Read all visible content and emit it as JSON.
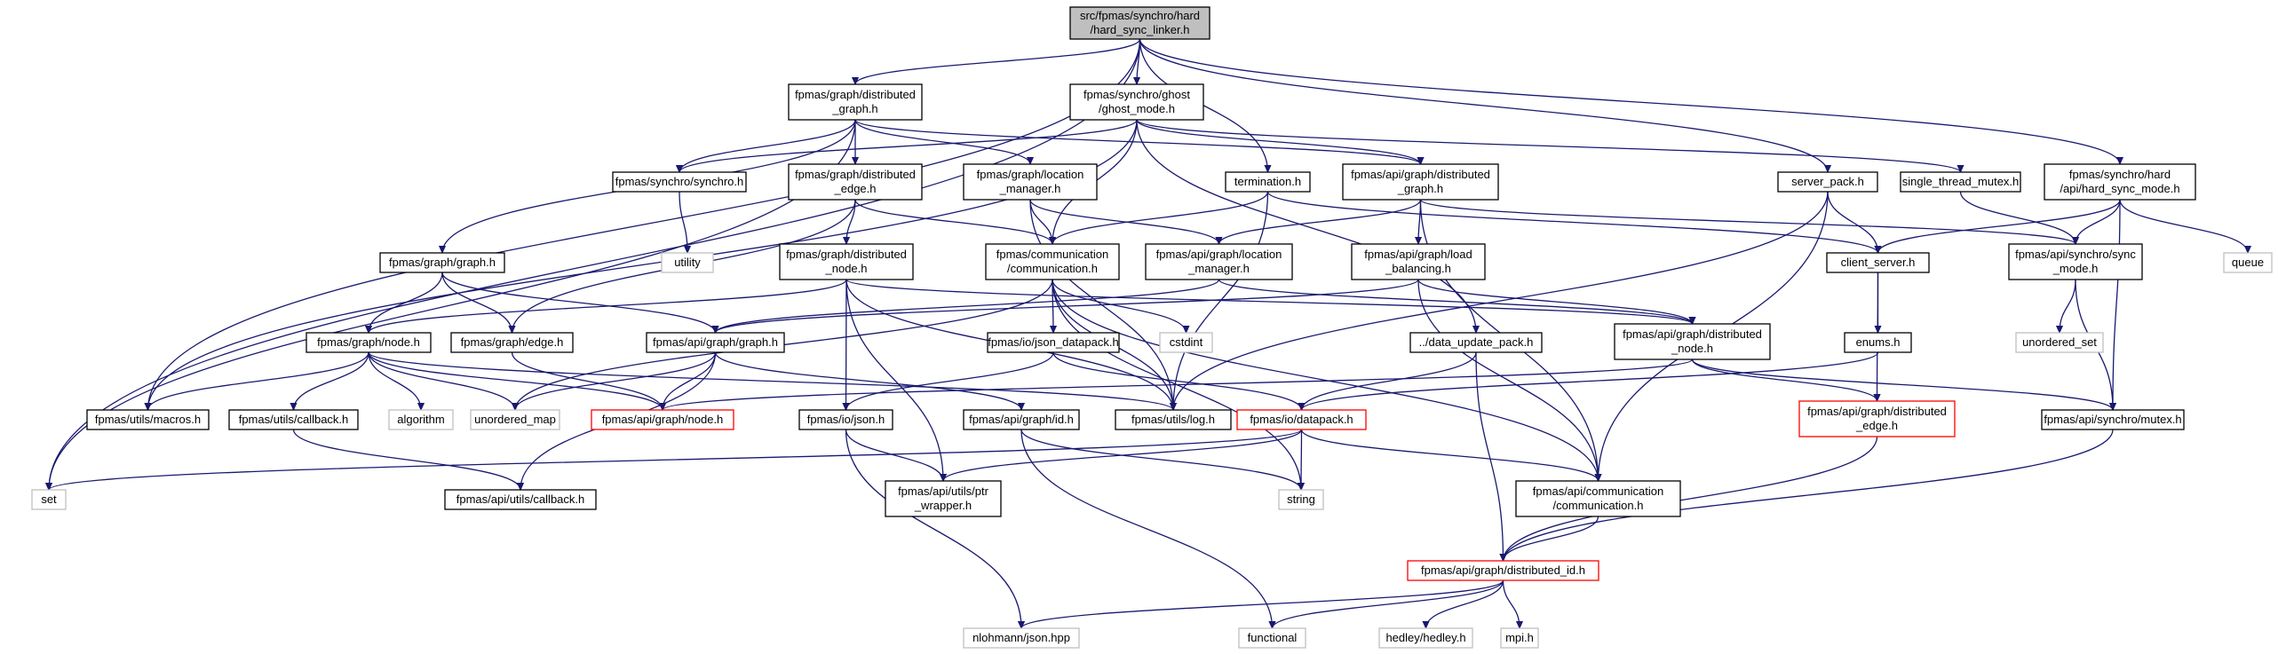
{
  "graph": {
    "nodes": [
      {
        "id": "root",
        "lines": [
          "src/fpmas/synchro/hard",
          "/hard_sync_linker.h"
        ],
        "style": "root"
      },
      {
        "id": "dgraph",
        "lines": [
          "fpmas/graph/distributed",
          "_graph.h"
        ],
        "style": "normal"
      },
      {
        "id": "ghost",
        "lines": [
          "fpmas/synchro/ghost",
          "/ghost_mode.h"
        ],
        "style": "normal"
      },
      {
        "id": "termination",
        "lines": [
          "termination.h"
        ],
        "style": "normal"
      },
      {
        "id": "api_dgraph",
        "lines": [
          "fpmas/api/graph/distributed",
          "_graph.h"
        ],
        "style": "normal"
      },
      {
        "id": "server_pack",
        "lines": [
          "server_pack.h"
        ],
        "style": "normal"
      },
      {
        "id": "stm",
        "lines": [
          "single_thread_mutex.h"
        ],
        "style": "normal"
      },
      {
        "id": "hsm",
        "lines": [
          "fpmas/synchro/hard",
          "/api/hard_sync_mode.h"
        ],
        "style": "normal"
      },
      {
        "id": "synchro",
        "lines": [
          "fpmas/synchro/synchro.h"
        ],
        "style": "normal"
      },
      {
        "id": "dedge",
        "lines": [
          "fpmas/graph/distributed",
          "_edge.h"
        ],
        "style": "normal"
      },
      {
        "id": "locmgr",
        "lines": [
          "fpmas/graph/location",
          "_manager.h"
        ],
        "style": "normal"
      },
      {
        "id": "utility",
        "lines": [
          "utility"
        ],
        "style": "ext"
      },
      {
        "id": "graph",
        "lines": [
          "fpmas/graph/graph.h"
        ],
        "style": "normal"
      },
      {
        "id": "dnode",
        "lines": [
          "fpmas/graph/distributed",
          "_node.h"
        ],
        "style": "normal"
      },
      {
        "id": "comm",
        "lines": [
          "fpmas/communication",
          "/communication.h"
        ],
        "style": "normal"
      },
      {
        "id": "api_locmgr",
        "lines": [
          "fpmas/api/graph/location",
          "_manager.h"
        ],
        "style": "normal"
      },
      {
        "id": "loadbal",
        "lines": [
          "fpmas/api/graph/load",
          "_balancing.h"
        ],
        "style": "normal"
      },
      {
        "id": "client_server",
        "lines": [
          "client_server.h"
        ],
        "style": "normal"
      },
      {
        "id": "syncmode",
        "lines": [
          "fpmas/api/synchro/sync",
          "_mode.h"
        ],
        "style": "normal"
      },
      {
        "id": "queue",
        "lines": [
          "queue"
        ],
        "style": "ext"
      },
      {
        "id": "node",
        "lines": [
          "fpmas/graph/node.h"
        ],
        "style": "normal"
      },
      {
        "id": "edge",
        "lines": [
          "fpmas/graph/edge.h"
        ],
        "style": "normal"
      },
      {
        "id": "api_graph",
        "lines": [
          "fpmas/api/graph/graph.h"
        ],
        "style": "normal"
      },
      {
        "id": "json_dp",
        "lines": [
          "fpmas/io/json_datapack.h"
        ],
        "style": "normal"
      },
      {
        "id": "cstdint",
        "lines": [
          "cstdint"
        ],
        "style": "ext"
      },
      {
        "id": "dup",
        "lines": [
          "../data_update_pack.h"
        ],
        "style": "normal"
      },
      {
        "id": "api_dnode",
        "lines": [
          "fpmas/api/graph/distributed",
          "_node.h"
        ],
        "style": "normal"
      },
      {
        "id": "enums",
        "lines": [
          "enums.h"
        ],
        "style": "normal"
      },
      {
        "id": "unordered_set",
        "lines": [
          "unordered_set"
        ],
        "style": "ext"
      },
      {
        "id": "macros",
        "lines": [
          "fpmas/utils/macros.h"
        ],
        "style": "normal"
      },
      {
        "id": "callback",
        "lines": [
          "fpmas/utils/callback.h"
        ],
        "style": "normal"
      },
      {
        "id": "algorithm",
        "lines": [
          "algorithm"
        ],
        "style": "ext"
      },
      {
        "id": "unordered_map",
        "lines": [
          "unordered_map"
        ],
        "style": "ext"
      },
      {
        "id": "api_node",
        "lines": [
          "fpmas/api/graph/node.h"
        ],
        "style": "trunc"
      },
      {
        "id": "json",
        "lines": [
          "fpmas/io/json.h"
        ],
        "style": "normal"
      },
      {
        "id": "id",
        "lines": [
          "fpmas/api/graph/id.h"
        ],
        "style": "normal"
      },
      {
        "id": "log",
        "lines": [
          "fpmas/utils/log.h"
        ],
        "style": "normal"
      },
      {
        "id": "datapack",
        "lines": [
          "fpmas/io/datapack.h"
        ],
        "style": "trunc"
      },
      {
        "id": "api_dedge",
        "lines": [
          "fpmas/api/graph/distributed",
          "_edge.h"
        ],
        "style": "trunc"
      },
      {
        "id": "mutex",
        "lines": [
          "fpmas/api/synchro/mutex.h"
        ],
        "style": "normal"
      },
      {
        "id": "set",
        "lines": [
          "set"
        ],
        "style": "ext"
      },
      {
        "id": "api_callback",
        "lines": [
          "fpmas/api/utils/callback.h"
        ],
        "style": "normal"
      },
      {
        "id": "ptr_wrapper",
        "lines": [
          "fpmas/api/utils/ptr",
          "_wrapper.h"
        ],
        "style": "normal"
      },
      {
        "id": "string",
        "lines": [
          "string"
        ],
        "style": "ext"
      },
      {
        "id": "api_comm",
        "lines": [
          "fpmas/api/communication",
          "/communication.h"
        ],
        "style": "normal"
      },
      {
        "id": "did",
        "lines": [
          "fpmas/api/graph/distributed_id.h"
        ],
        "style": "trunc"
      },
      {
        "id": "nlohmann",
        "lines": [
          "nlohmann/json.hpp"
        ],
        "style": "ext"
      },
      {
        "id": "functional",
        "lines": [
          "functional"
        ],
        "style": "ext"
      },
      {
        "id": "hedley",
        "lines": [
          "hedley/hedley.h"
        ],
        "style": "ext"
      },
      {
        "id": "mpi",
        "lines": [
          "mpi.h"
        ],
        "style": "ext"
      }
    ],
    "edges": [
      [
        "root",
        "set"
      ],
      [
        "root",
        "macros"
      ],
      [
        "root",
        "dgraph"
      ],
      [
        "root",
        "ghost"
      ],
      [
        "root",
        "termination"
      ],
      [
        "root",
        "server_pack"
      ],
      [
        "root",
        "hsm"
      ],
      [
        "dgraph",
        "synchro"
      ],
      [
        "dgraph",
        "dedge"
      ],
      [
        "dgraph",
        "locmgr"
      ],
      [
        "dgraph",
        "graph"
      ],
      [
        "dgraph",
        "api_dgraph"
      ],
      [
        "dgraph",
        "set"
      ],
      [
        "ghost",
        "synchro"
      ],
      [
        "ghost",
        "api_dgraph"
      ],
      [
        "ghost",
        "comm"
      ],
      [
        "ghost",
        "stm"
      ],
      [
        "ghost",
        "dup"
      ],
      [
        "ghost",
        "macros"
      ],
      [
        "termination",
        "comm"
      ],
      [
        "termination",
        "client_server"
      ],
      [
        "termination",
        "log"
      ],
      [
        "api_dgraph",
        "api_locmgr"
      ],
      [
        "api_dgraph",
        "loadbal"
      ],
      [
        "api_dgraph",
        "syncmode"
      ],
      [
        "api_dgraph",
        "api_comm"
      ],
      [
        "server_pack",
        "client_server"
      ],
      [
        "server_pack",
        "log"
      ],
      [
        "server_pack",
        "api_comm"
      ],
      [
        "stm",
        "syncmode"
      ],
      [
        "hsm",
        "client_server"
      ],
      [
        "hsm",
        "syncmode"
      ],
      [
        "hsm",
        "mutex"
      ],
      [
        "hsm",
        "queue"
      ],
      [
        "synchro",
        "utility"
      ],
      [
        "dedge",
        "dnode"
      ],
      [
        "dedge",
        "comm"
      ],
      [
        "dedge",
        "edge"
      ],
      [
        "locmgr",
        "comm"
      ],
      [
        "locmgr",
        "api_locmgr"
      ],
      [
        "locmgr",
        "log"
      ],
      [
        "graph",
        "node"
      ],
      [
        "graph",
        "edge"
      ],
      [
        "graph",
        "api_graph"
      ],
      [
        "dnode",
        "node"
      ],
      [
        "dnode",
        "api_dnode"
      ],
      [
        "dnode",
        "json"
      ],
      [
        "dnode",
        "ptr_wrapper"
      ],
      [
        "dnode",
        "log"
      ],
      [
        "comm",
        "api_comm"
      ],
      [
        "comm",
        "json_dp"
      ],
      [
        "comm",
        "cstdint"
      ],
      [
        "comm",
        "log"
      ],
      [
        "comm",
        "string"
      ],
      [
        "comm",
        "unordered_map"
      ],
      [
        "api_locmgr",
        "api_dnode"
      ],
      [
        "api_locmgr",
        "api_graph"
      ],
      [
        "loadbal",
        "api_graph"
      ],
      [
        "loadbal",
        "api_dnode"
      ],
      [
        "loadbal",
        "api_comm"
      ],
      [
        "client_server",
        "enums"
      ],
      [
        "client_server",
        "api_dedge"
      ],
      [
        "syncmode",
        "unordered_set"
      ],
      [
        "syncmode",
        "mutex"
      ],
      [
        "node",
        "macros"
      ],
      [
        "node",
        "callback"
      ],
      [
        "node",
        "algorithm"
      ],
      [
        "node",
        "unordered_map"
      ],
      [
        "node",
        "api_node"
      ],
      [
        "node",
        "log"
      ],
      [
        "edge",
        "api_node"
      ],
      [
        "api_graph",
        "api_node"
      ],
      [
        "api_graph",
        "id"
      ],
      [
        "api_graph",
        "unordered_map"
      ],
      [
        "api_graph",
        "api_callback"
      ],
      [
        "json_dp",
        "json"
      ],
      [
        "json_dp",
        "datapack"
      ],
      [
        "dup",
        "datapack"
      ],
      [
        "dup",
        "did"
      ],
      [
        "api_dnode",
        "api_node"
      ],
      [
        "api_dnode",
        "api_dedge"
      ],
      [
        "api_dnode",
        "mutex"
      ],
      [
        "enums",
        "datapack"
      ],
      [
        "callback",
        "api_callback"
      ],
      [
        "json",
        "ptr_wrapper"
      ],
      [
        "json",
        "nlohmann"
      ],
      [
        "id",
        "functional"
      ],
      [
        "id",
        "string"
      ],
      [
        "datapack",
        "set"
      ],
      [
        "datapack",
        "ptr_wrapper"
      ],
      [
        "datapack",
        "string"
      ],
      [
        "datapack",
        "api_comm"
      ],
      [
        "api_dedge",
        "did"
      ],
      [
        "mutex",
        "did"
      ],
      [
        "api_comm",
        "did"
      ],
      [
        "did",
        "nlohmann"
      ],
      [
        "did",
        "functional"
      ],
      [
        "did",
        "hedley"
      ],
      [
        "did",
        "mpi"
      ]
    ]
  },
  "colors": {
    "root_fill": "#bfbfbf",
    "normal_border": "#000000",
    "trunc_border": "#ff0000",
    "ext_border": "#bfbfbf",
    "edge": "#191970"
  }
}
